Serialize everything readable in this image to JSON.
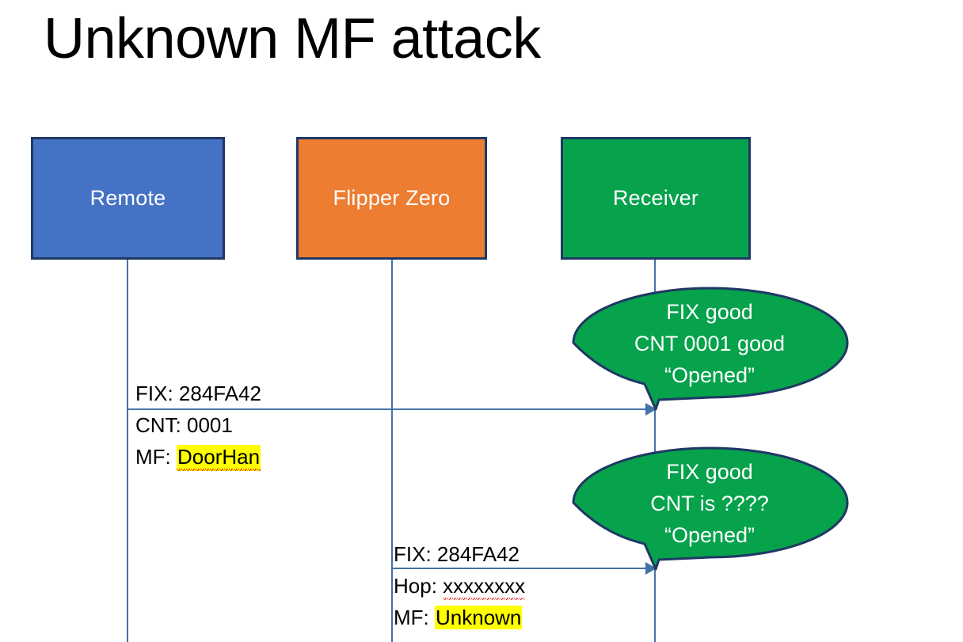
{
  "slide": {
    "title": "Unknown MF attack",
    "background_color": "#ffffff"
  },
  "colors": {
    "remote_fill": "#4472c4",
    "flipper_fill": "#ed7d31",
    "receiver_fill": "#06a24c",
    "box_border": "#1f3864",
    "lifeline": "#4472a8",
    "callout_fill": "#06a24c",
    "callout_border": "#1f3864",
    "highlight": "#ffff00",
    "text_dark": "#000000",
    "text_light": "#ffffff",
    "spellcheck_underline": "#e02020"
  },
  "actors": [
    {
      "id": "remote",
      "label": "Remote",
      "fill": "#4472c4"
    },
    {
      "id": "flipper",
      "label": "Flipper Zero",
      "fill": "#ed7d31"
    },
    {
      "id": "receiver",
      "label": "Receiver",
      "fill": "#06a24c"
    }
  ],
  "messages": [
    {
      "id": "msg-remote-to-receiver",
      "from": "remote",
      "to": "receiver",
      "lines": [
        {
          "prefix": "FIX: ",
          "value": "284FA42",
          "highlight": false,
          "spellcheck_error": false
        },
        {
          "prefix": "CNT: ",
          "value": "0001",
          "highlight": false,
          "spellcheck_error": false
        },
        {
          "prefix": "MF: ",
          "value": "DoorHan",
          "highlight": true,
          "spellcheck_error": true
        }
      ]
    },
    {
      "id": "msg-flipper-to-receiver",
      "from": "flipper",
      "to": "receiver",
      "lines": [
        {
          "prefix": "FIX: ",
          "value": "284FA42",
          "highlight": false,
          "spellcheck_error": false
        },
        {
          "prefix": "Hop: ",
          "value": "xxxxxxxx",
          "highlight": false,
          "spellcheck_error": true
        },
        {
          "prefix": "MF: ",
          "value": "Unknown",
          "highlight": true,
          "spellcheck_error": false
        }
      ]
    }
  ],
  "callouts": [
    {
      "id": "callout-first-reply",
      "for_message": "msg-remote-to-receiver",
      "lines": [
        "FIX good",
        "CNT 0001 good",
        "“Opened”"
      ]
    },
    {
      "id": "callout-second-reply",
      "for_message": "msg-flipper-to-receiver",
      "lines": [
        "FIX good",
        "CNT is ????",
        "“Opened”"
      ]
    }
  ]
}
